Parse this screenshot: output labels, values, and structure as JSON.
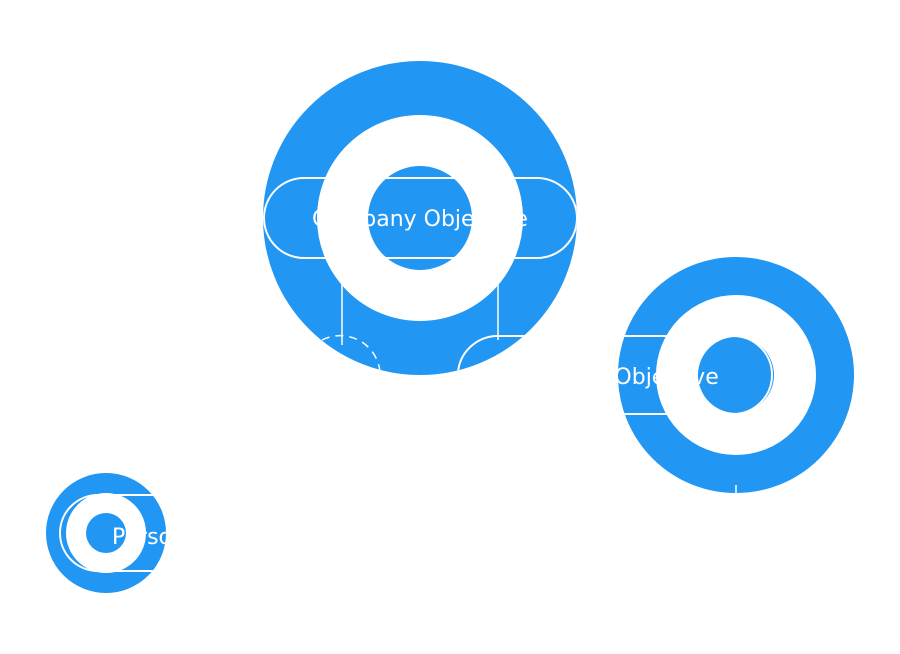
{
  "colors": {
    "accent": "#2196f3",
    "background": "#ffffff",
    "label": "#ffffff"
  },
  "nodes": {
    "company": {
      "label": "Company Objective"
    },
    "team": {
      "label": "Team Objective"
    },
    "personal": {
      "label": "Personal Objective"
    }
  }
}
